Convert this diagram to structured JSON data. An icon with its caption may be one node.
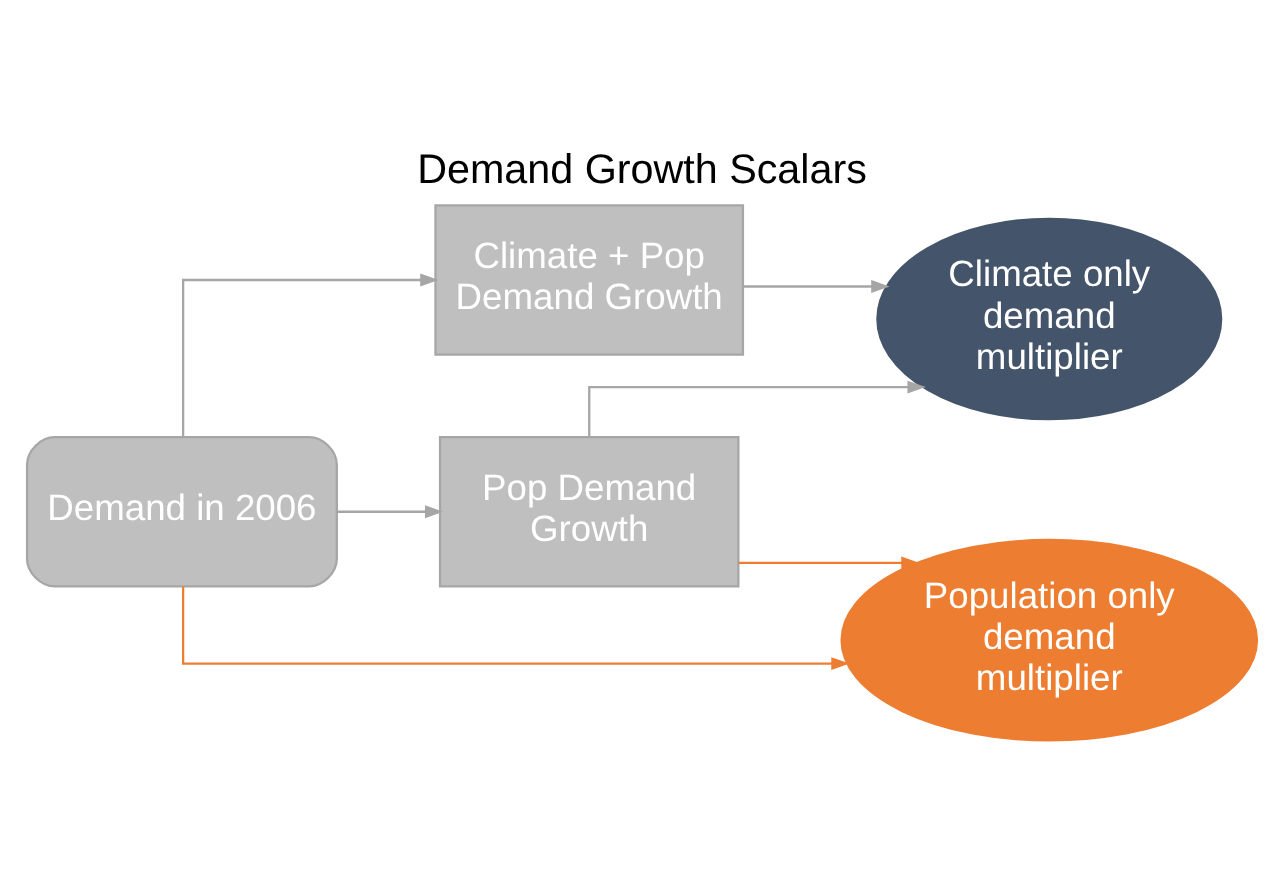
{
  "diagram": {
    "title": "Demand Growth Scalars",
    "nodes": [
      {
        "text": [
          "Demand in 2006"
        ]
      },
      {
        "text": [
          "Climate + Pop Demand Growth"
        ]
      },
      {
        "text": [
          "Pop Demand Growth"
        ]
      },
      {
        "text": [
          "Climate only demand multiplier"
        ]
      },
      {
        "text": [
          "Population only demand multiplier"
        ]
      }
    ],
    "edges": [
      {
        "from": 0,
        "to": 1,
        "arrow": "to"
      },
      {
        "from": 0,
        "to": 2,
        "arrow": "to"
      },
      {
        "from": 1,
        "to": 3,
        "arrow": "to"
      },
      {
        "from": 2,
        "to": 3,
        "arrow": "to"
      },
      {
        "from": 0,
        "to": 4,
        "arrow": "to",
        "color": "#ed7d31"
      },
      {
        "from": 2,
        "to": 4,
        "arrow": "to",
        "color": "#ed7d31"
      }
    ]
  }
}
